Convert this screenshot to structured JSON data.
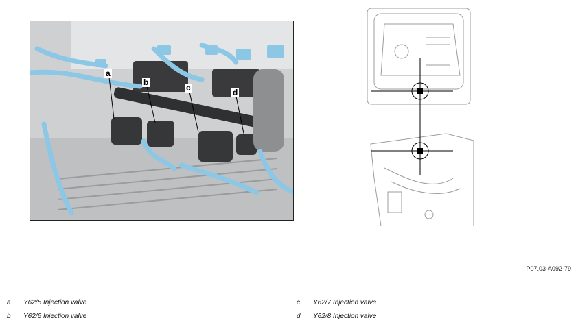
{
  "callouts": {
    "a": "a",
    "b": "b",
    "c": "c",
    "d": "d"
  },
  "reference_code": "P07.03-A092-79",
  "legend": [
    {
      "key": "a",
      "text": "Y62/5 Injection valve"
    },
    {
      "key": "b",
      "text": "Y62/6 Injection valve"
    },
    {
      "key": "c",
      "text": "Y62/7 Injection valve"
    },
    {
      "key": "d",
      "text": "Y62/8 Injection valve"
    }
  ],
  "colors": {
    "highlight_blue": "#8cc7e6",
    "engine_grey": "#c8c9cb",
    "dark_part": "#3a3a3c"
  }
}
